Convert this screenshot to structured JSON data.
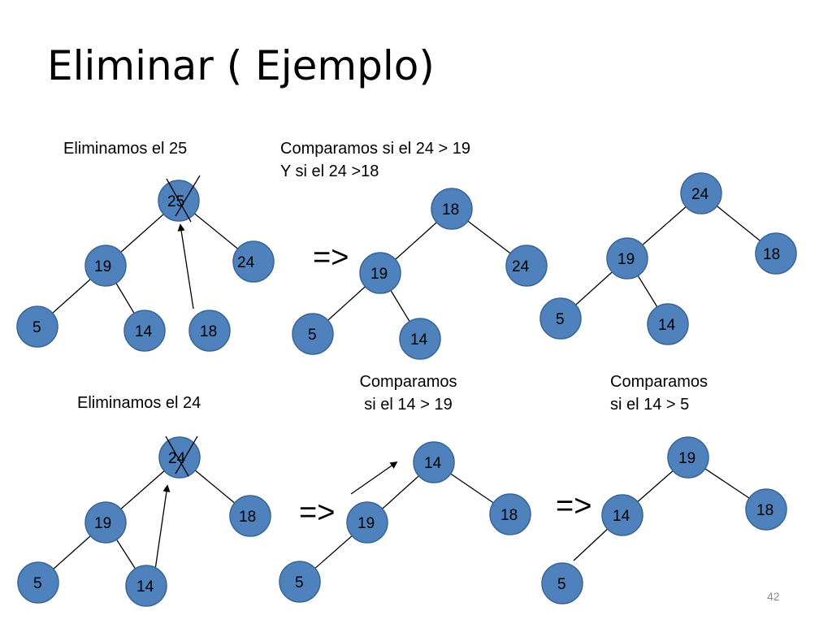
{
  "title": "Eliminar ( Ejemplo)",
  "slide_number": "42",
  "colors": {
    "node_fill": "#4f81bd",
    "node_stroke": "#3a6593",
    "line": "#000000"
  },
  "captions": {
    "top_left": "Eliminamos el 25",
    "top_middle": [
      "Comparamos si el 24 > 19",
      "Y si el 24 >18"
    ],
    "bottom_left": "Eliminamos el 24",
    "bottom_middle": [
      "Comparamos",
      "si el 14 > 19"
    ],
    "bottom_right": [
      "Comparamos",
      "si el 14 > 5"
    ]
  },
  "transition_symbol": "=>",
  "trees": {
    "t1": {
      "root": "25",
      "left": "19",
      "right": "24",
      "left_left": "5",
      "left_right": "14",
      "right_left": "18"
    },
    "t2": {
      "root": "18",
      "left": "19",
      "right": "24",
      "left_left": "5",
      "left_right": "14"
    },
    "t3": {
      "root": "24",
      "left": "19",
      "right": "18",
      "left_left": "5",
      "left_right": "14"
    },
    "t4": {
      "root": "24",
      "left": "19",
      "right": "18",
      "left_left": "5",
      "left_right": "14"
    },
    "t5": {
      "root": "14",
      "left": "19",
      "right": "18",
      "left_left": "5"
    },
    "t6": {
      "root": "19",
      "left": "14",
      "right": "18",
      "left_left": "5"
    }
  }
}
